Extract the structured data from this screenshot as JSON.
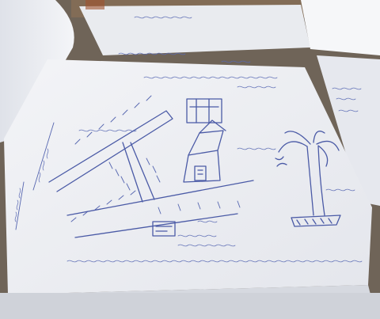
{
  "photo": {
    "subject_tags": [
      "paper-sheet",
      "hand-drawn-map",
      "house-sketch",
      "tree-sketch",
      "road-sketch",
      "handwritten-notes"
    ],
    "colors": {
      "table": "#6f6458",
      "paper": "#eef0f3",
      "paper_shadow": "#d9dce3",
      "ink": "#4a5aa6"
    }
  }
}
